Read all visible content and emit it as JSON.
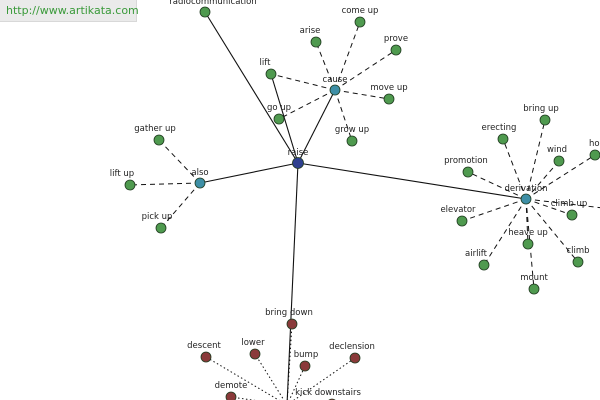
{
  "banner": {
    "url_text": "http://www.artikata.com"
  },
  "colors": {
    "center": "#2e3f8f",
    "hub": "#3e8fa6",
    "synonym": "#4f9a4f",
    "antonym": "#8a3a3a",
    "edge": "#111111"
  },
  "graph": {
    "center": {
      "id": "raise",
      "label": "raise",
      "kind": "center"
    },
    "hubs": [
      {
        "id": "cause",
        "label": "cause",
        "kind": "hub"
      },
      {
        "id": "also",
        "label": "also",
        "kind": "hub"
      },
      {
        "id": "derivation",
        "label": "derivation",
        "kind": "hub"
      }
    ],
    "leaves": [
      {
        "id": "radiocommunication",
        "label": "radiocommunication",
        "kind": "synonym"
      },
      {
        "id": "lift",
        "label": "lift",
        "kind": "synonym"
      },
      {
        "id": "go-up",
        "label": "go up",
        "kind": "synonym"
      },
      {
        "id": "come-up",
        "label": "come up",
        "kind": "synonym"
      },
      {
        "id": "arise",
        "label": "arise",
        "kind": "synonym"
      },
      {
        "id": "prove",
        "label": "prove",
        "kind": "synonym"
      },
      {
        "id": "move-up",
        "label": "move up",
        "kind": "synonym"
      },
      {
        "id": "grow-up",
        "label": "grow up",
        "kind": "synonym"
      },
      {
        "id": "gather-up",
        "label": "gather up",
        "kind": "synonym"
      },
      {
        "id": "lift-up",
        "label": "lift up",
        "kind": "synonym"
      },
      {
        "id": "pick-up",
        "label": "pick up",
        "kind": "synonym"
      },
      {
        "id": "bring-up",
        "label": "bring up",
        "kind": "synonym"
      },
      {
        "id": "erecting",
        "label": "erecting",
        "kind": "synonym"
      },
      {
        "id": "wind",
        "label": "wind",
        "kind": "synonym"
      },
      {
        "id": "promotion",
        "label": "promotion",
        "kind": "synonym"
      },
      {
        "id": "ho",
        "label": "ho",
        "kind": "synonym"
      },
      {
        "id": "elevator",
        "label": "elevator",
        "kind": "synonym"
      },
      {
        "id": "climb-up",
        "label": "climb up",
        "kind": "synonym"
      },
      {
        "id": "heave-up",
        "label": "heave up",
        "kind": "synonym"
      },
      {
        "id": "airlift",
        "label": "airlift",
        "kind": "synonym"
      },
      {
        "id": "climb",
        "label": "climb",
        "kind": "synonym"
      },
      {
        "id": "mount",
        "label": "mount",
        "kind": "synonym"
      },
      {
        "id": "bring-down",
        "label": "bring down",
        "kind": "antonym"
      },
      {
        "id": "descent",
        "label": "descent",
        "kind": "antonym"
      },
      {
        "id": "lower",
        "label": "lower",
        "kind": "antonym"
      },
      {
        "id": "declension",
        "label": "declension",
        "kind": "antonym"
      },
      {
        "id": "bump",
        "label": "bump",
        "kind": "antonym"
      },
      {
        "id": "demote",
        "label": "demote",
        "kind": "antonym"
      },
      {
        "id": "kick-downstairs",
        "label": "kick downstairs",
        "kind": "antonym"
      }
    ],
    "edges": [
      {
        "from": "raise",
        "to": "cause",
        "style": "solid"
      },
      {
        "from": "raise",
        "to": "also",
        "style": "solid"
      },
      {
        "from": "raise",
        "to": "derivation",
        "style": "solid"
      },
      {
        "from": "raise",
        "to": "radiocommunication",
        "style": "solid"
      },
      {
        "from": "raise",
        "to": "antonym-cluster",
        "style": "solid"
      },
      {
        "from": "raise",
        "to": "lift",
        "style": "solid"
      },
      {
        "from": "cause",
        "to": "lift",
        "style": "dashed"
      },
      {
        "from": "cause",
        "to": "go-up",
        "style": "dashed"
      },
      {
        "from": "cause",
        "to": "come-up",
        "style": "dashed"
      },
      {
        "from": "cause",
        "to": "arise",
        "style": "dashed"
      },
      {
        "from": "cause",
        "to": "prove",
        "style": "dashed"
      },
      {
        "from": "cause",
        "to": "move-up",
        "style": "dashed"
      },
      {
        "from": "cause",
        "to": "grow-up",
        "style": "dashed"
      },
      {
        "from": "also",
        "to": "gather-up",
        "style": "dashed"
      },
      {
        "from": "also",
        "to": "lift-up",
        "style": "dashed"
      },
      {
        "from": "also",
        "to": "pick-up",
        "style": "dashed"
      },
      {
        "from": "derivation",
        "to": "bring-up",
        "style": "dashed"
      },
      {
        "from": "derivation",
        "to": "erecting",
        "style": "dashed"
      },
      {
        "from": "derivation",
        "to": "wind",
        "style": "dashed"
      },
      {
        "from": "derivation",
        "to": "promotion",
        "style": "dashed"
      },
      {
        "from": "derivation",
        "to": "ho",
        "style": "dashed"
      },
      {
        "from": "derivation",
        "to": "elevator",
        "style": "dashed"
      },
      {
        "from": "derivation",
        "to": "climb-up",
        "style": "dashed"
      },
      {
        "from": "derivation",
        "to": "heave-up",
        "style": "dashed"
      },
      {
        "from": "derivation",
        "to": "airlift",
        "style": "dashed"
      },
      {
        "from": "derivation",
        "to": "climb",
        "style": "dashed"
      },
      {
        "from": "derivation",
        "to": "mount",
        "style": "dashed"
      },
      {
        "from": "derivation",
        "to": "offscreen-right",
        "style": "dashed"
      },
      {
        "from": "antonym-cluster",
        "to": "bring-down",
        "style": "dotted"
      },
      {
        "from": "antonym-cluster",
        "to": "descent",
        "style": "dotted"
      },
      {
        "from": "antonym-cluster",
        "to": "lower",
        "style": "dotted"
      },
      {
        "from": "antonym-cluster",
        "to": "declension",
        "style": "dotted"
      },
      {
        "from": "antonym-cluster",
        "to": "bump",
        "style": "dotted"
      },
      {
        "from": "antonym-cluster",
        "to": "demote",
        "style": "dotted"
      },
      {
        "from": "antonym-cluster",
        "to": "kick-downstairs",
        "style": "dotted"
      }
    ]
  }
}
